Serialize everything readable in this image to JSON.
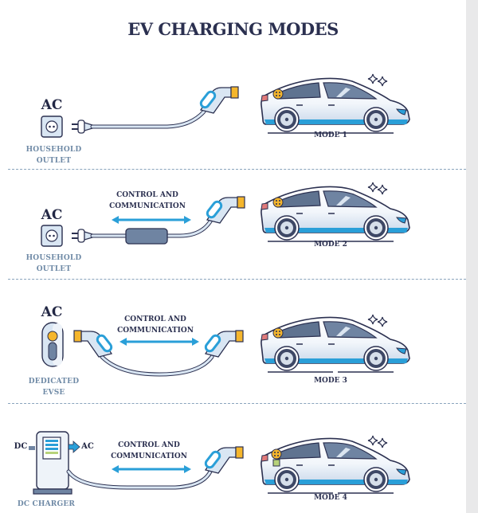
{
  "title": "EV CHARGING MODES",
  "colors": {
    "outline": "#2b3050",
    "accent_blue": "#2a9fd8",
    "light_blue": "#d9e6f3",
    "label_blue": "#6f8aa6",
    "connector_yellow": "#f5b62c"
  },
  "modes": [
    {
      "current": "AC",
      "source_label_1": "HOUSEHOLD",
      "source_label_2": "OUTLET",
      "source_icon": "household-outlet-icon",
      "control": null,
      "mode_label": "MODE 1"
    },
    {
      "current": "AC",
      "source_label_1": "HOUSEHOLD",
      "source_label_2": "OUTLET",
      "source_icon": "household-outlet-icon",
      "control_1": "CONTROL AND",
      "control_2": "COMMUNICATION",
      "mode_label": "MODE 2"
    },
    {
      "current": "AC",
      "source_label_1": "DEDICATED",
      "source_label_2": "EVSE",
      "source_icon": "evse-wallbox-icon",
      "control_1": "CONTROL AND",
      "control_2": "COMMUNICATION",
      "mode_label": "MODE 3"
    },
    {
      "current_in": "DC",
      "current_out": "AC",
      "source_label_1": "DC CHARGER",
      "source_icon": "dc-charger-icon",
      "control_1": "CONTROL AND",
      "control_2": "COMMUNICATION",
      "mode_label": "MODE 4"
    }
  ]
}
